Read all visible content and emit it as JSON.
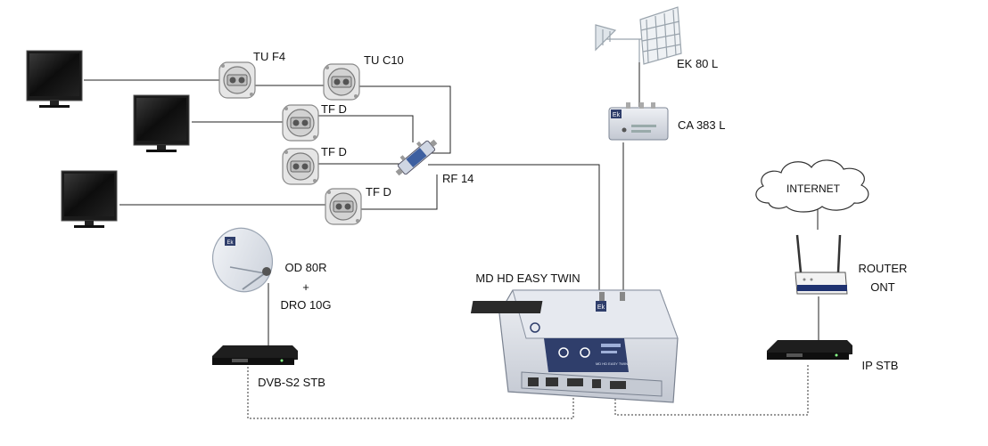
{
  "labels": {
    "tu_f4": "TU F4",
    "tu_c10": "TU C10",
    "tf_d_1": "TF D",
    "tf_d_2": "TF D",
    "tf_d_3": "TF D",
    "rf14": "RF 14",
    "ek80l": "EK 80 L",
    "ca383l": "CA 383 L",
    "internet": "INTERNET",
    "router_line1": "ROUTER",
    "router_line2": "ONT",
    "od80r": "OD 80R",
    "plus": "+",
    "dro10g": "DRO 10G",
    "md_hd": "MD HD EASY TWIN",
    "dvb_s2": "DVB-S2 STB",
    "ip_stb": "IP STB",
    "dish_badge": "Ek",
    "device_badge": "Ek",
    "device_model": "MD HD EASY TWIN"
  },
  "colors": {
    "wire": "#222222",
    "device_body": "#d9dde4",
    "device_panel": "#2f3e6b",
    "screen": "#1a1a1a",
    "wallplate": "#c8c8c8"
  },
  "icons": {
    "tv": "television-icon",
    "wall_socket": "wall-socket-icon",
    "splitter": "splitter-icon",
    "antenna": "tv-antenna-icon",
    "amplifier": "amplifier-icon",
    "cloud": "cloud-icon",
    "router": "router-icon",
    "dish": "satellite-dish-icon",
    "stb": "set-top-box-icon"
  }
}
